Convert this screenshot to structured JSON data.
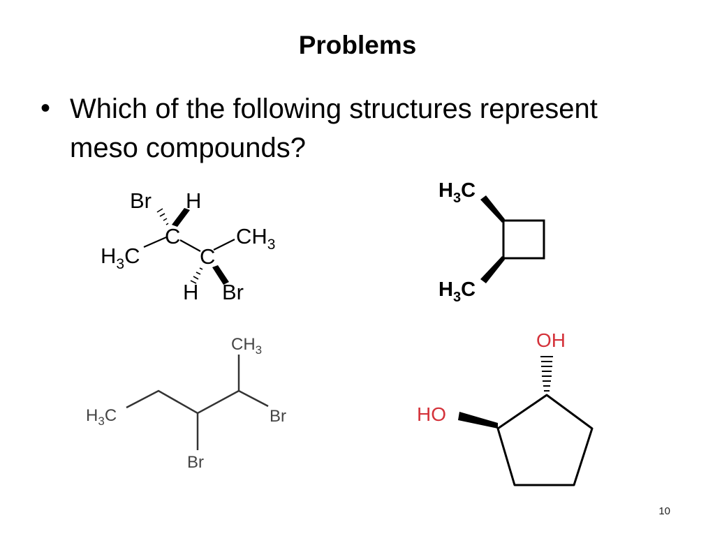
{
  "slide": {
    "title": "Problems",
    "bullet_symbol": "•",
    "bullet_text": "Which of the following structures represent meso compounds?",
    "page_number": "10"
  },
  "structures": [
    {
      "id": "structure-1",
      "labels": {
        "br_top": "Br",
        "h_top": "H",
        "c_upper": "C",
        "ch3": "CH",
        "ch3_sub": "3",
        "h3c_base": "H",
        "h3c_sub": "3",
        "h3c_c": "C",
        "c_lower": "C",
        "h_bottom": "H",
        "br_bottom": "Br"
      }
    },
    {
      "id": "structure-2",
      "labels": {
        "top_h": "H",
        "top_sub": "3",
        "top_c": "C",
        "bot_h": "H",
        "bot_sub": "3",
        "bot_c": "C"
      }
    },
    {
      "id": "structure-3",
      "labels": {
        "ch3": "CH",
        "ch3_sub": "3",
        "h3c_h": "H",
        "h3c_sub": "3",
        "h3c_c": "C",
        "br_right": "Br",
        "br_bottom": "Br"
      }
    },
    {
      "id": "structure-4",
      "labels": {
        "oh": "OH",
        "ho": "HO"
      }
    }
  ],
  "colors": {
    "text": "#000000",
    "bond": "#000000",
    "heteroatom_label": "#d4323a",
    "secondary_bond": "#333333",
    "secondary_label": "#444444"
  }
}
